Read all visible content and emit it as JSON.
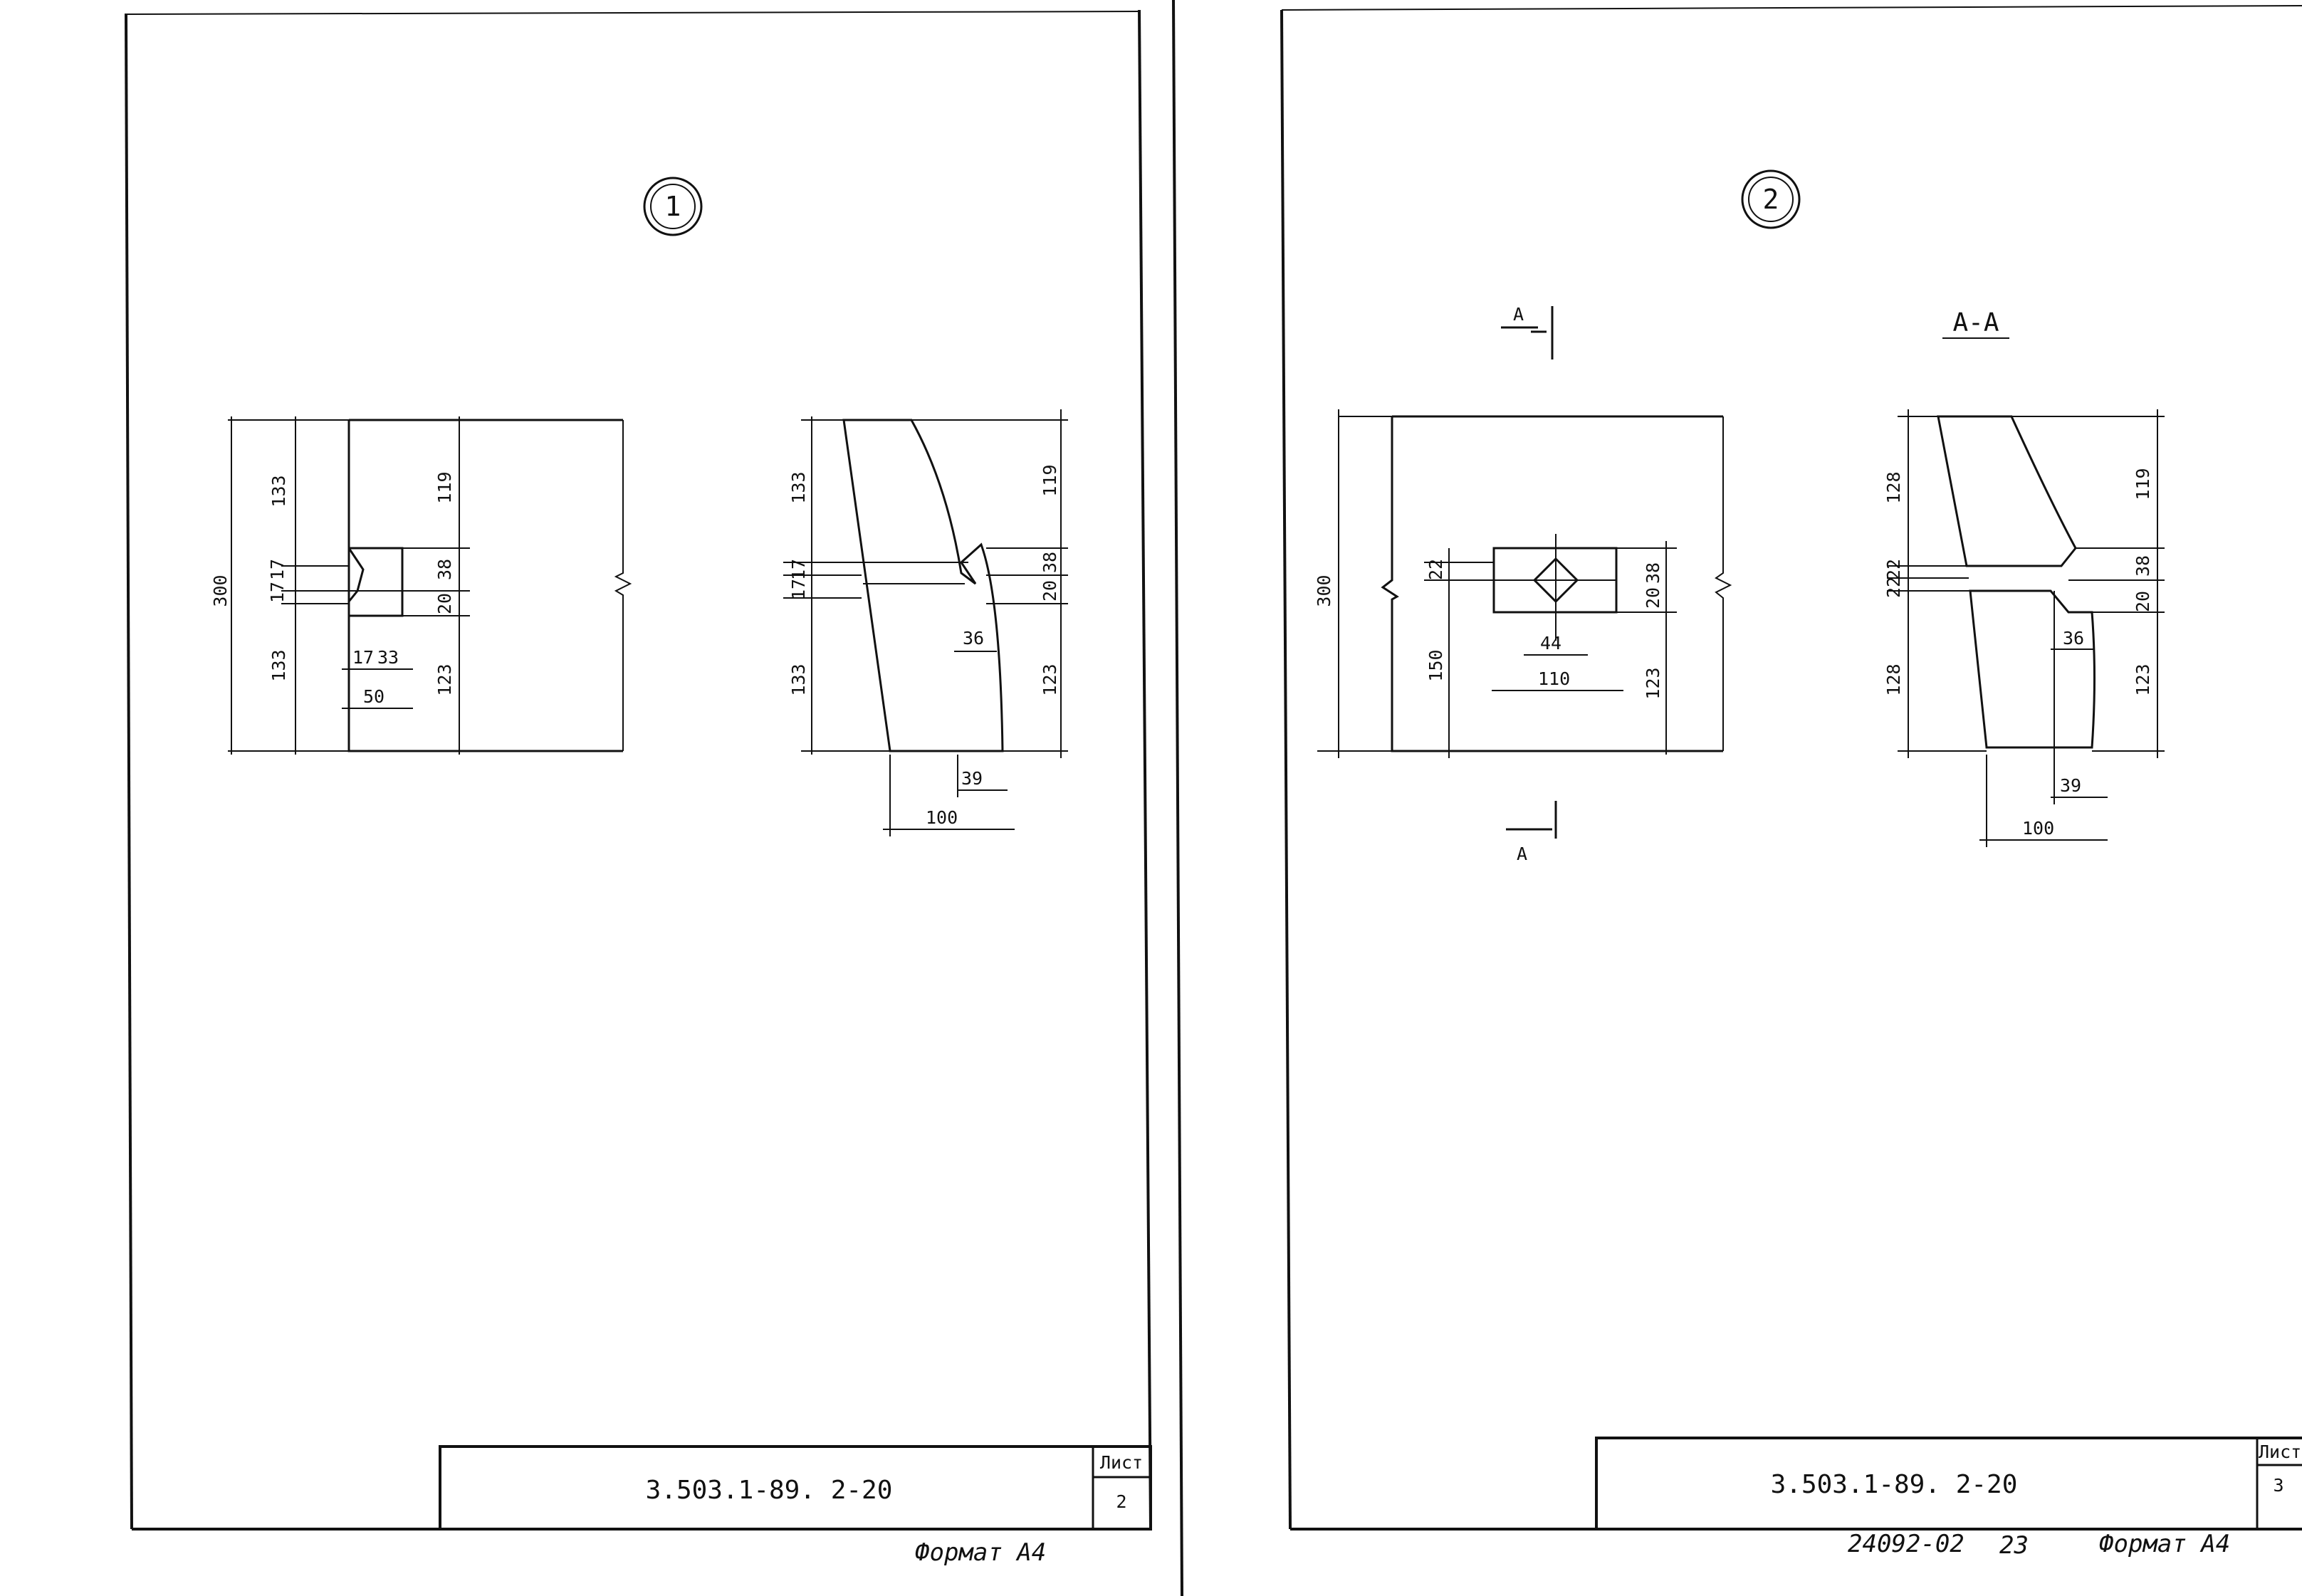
{
  "colors": {
    "ink": "#111111",
    "paper": "#ffffff"
  },
  "sheet_left": {
    "detail_number": "1",
    "dims": {
      "overall": "300",
      "h_top": "133",
      "h_bottom": "133",
      "slot_top": "17",
      "slot_bottom": "17",
      "slot_w1": "17",
      "slot_w2": "33",
      "slot_width": "50",
      "r_top": "119",
      "r_slot": "38",
      "r_mid": "20",
      "r_bottom": "123",
      "p_top": "133",
      "p_slot1": "17",
      "p_slot2": "17",
      "p_bottom": "133",
      "p_notch": "36",
      "p_r_top": "119",
      "p_r_slot": "38",
      "p_r_mid": "20",
      "p_r_bottom": "123",
      "p_base_inner": "39",
      "p_base": "100"
    },
    "title_block": {
      "code": "3.503.1-89. 2-20",
      "sheet_label": "Лист",
      "sheet_no": "2"
    },
    "format_label": "Формат А4"
  },
  "sheet_right": {
    "detail_number": "2",
    "section_mark": "А",
    "section_title": "А-А",
    "dims": {
      "overall": "300",
      "lower": "150",
      "hole_h": "22",
      "hole_in": "44",
      "hole_w": "110",
      "r_slot": "38",
      "r_mid": "20",
      "r_bottom": "123",
      "s_top": "128",
      "s_slot1": "22",
      "s_slot2": "22",
      "s_bottom": "128",
      "s_r_top": "119",
      "s_r_slot": "38",
      "s_r_mid": "20",
      "s_r_bottom": "123",
      "s_notch": "36",
      "s_base_inner": "39",
      "s_base": "100"
    },
    "title_block": {
      "code": "3.503.1-89. 2-20",
      "sheet_label": "Лист",
      "sheet_no": "3"
    },
    "archive_no": "24092-02",
    "page_no": "23",
    "format_label": "Формат А4"
  }
}
